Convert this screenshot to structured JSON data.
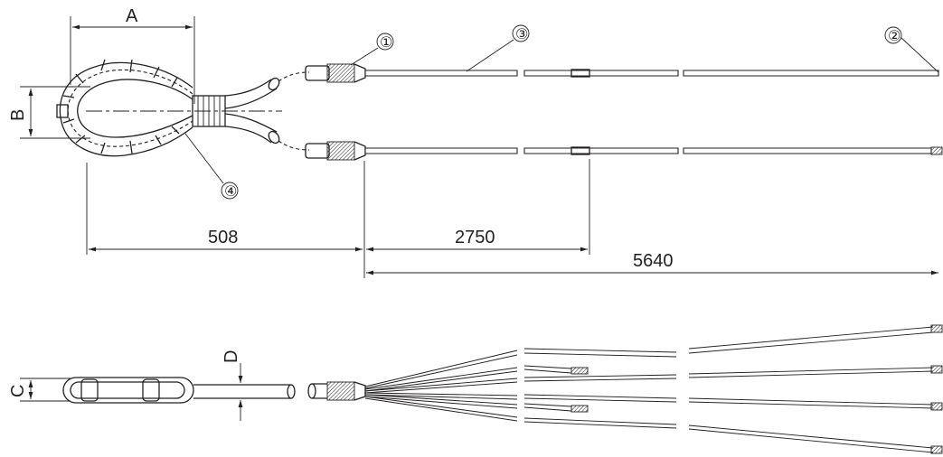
{
  "dimensions": {
    "a_label": "A",
    "b_label": "B",
    "c_label": "C",
    "d_label": "D",
    "len_508": "508",
    "len_2750": "2750",
    "len_5640": "5640"
  },
  "callouts": {
    "c1": "①",
    "c2": "②",
    "c3": "③",
    "c4": "④"
  }
}
